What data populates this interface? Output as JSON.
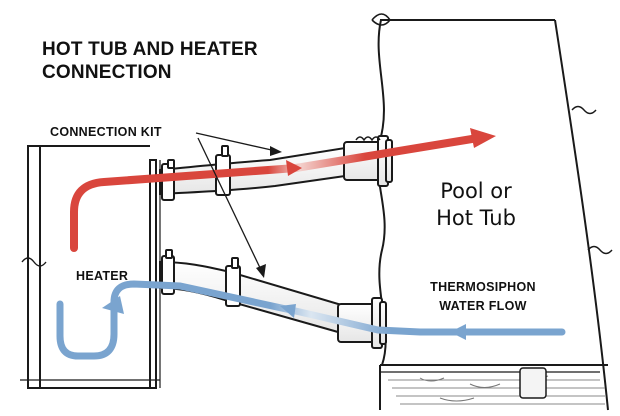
{
  "diagram": {
    "title_line1": "HOT TUB AND HEATER",
    "title_line2": "CONNECTION",
    "label_connection_kit": "CONNECTION KIT",
    "label_heater": "HEATER",
    "label_pool_line1": "Pool or",
    "label_pool_line2": "Hot Tub",
    "label_flow_line1": "THERMOSIPHON",
    "label_flow_line2": "WATER FLOW",
    "colors": {
      "hot_flow": "#d9463d",
      "cold_flow": "#7aa4cf",
      "line": "#1a1a1a",
      "pipe_fill": "#f4f4f4"
    }
  }
}
